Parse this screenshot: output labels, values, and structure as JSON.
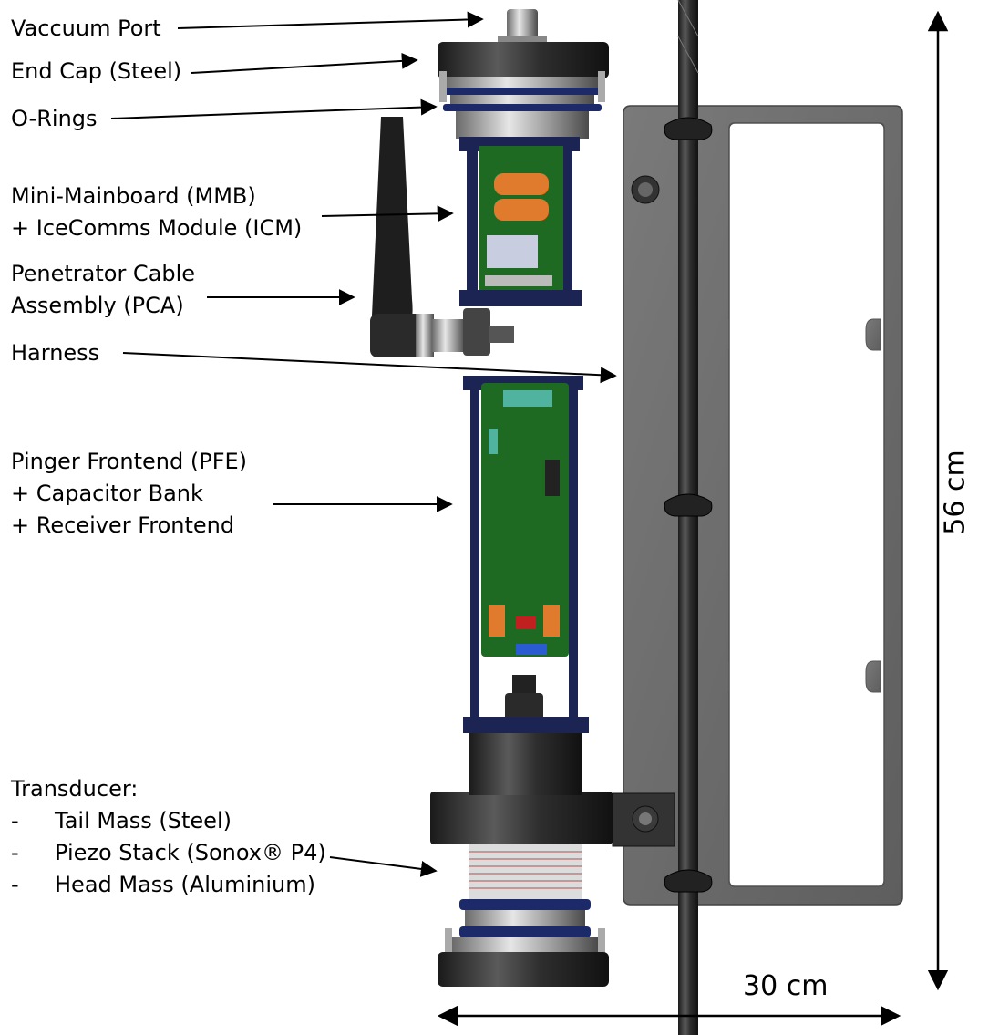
{
  "labels": {
    "vacuum_port": "Vaccuum Port",
    "end_cap": "End Cap (Steel)",
    "o_rings": "O-Rings",
    "mmb": [
      "Mini-Mainboard (MMB)",
      "+ IceComms Module (ICM)"
    ],
    "pca": [
      "Penetrator Cable",
      "Assembly (PCA)"
    ],
    "harness": "Harness",
    "pfe": [
      "Pinger Frontend (PFE)",
      "+ Capacitor Bank",
      "+ Receiver Frontend"
    ],
    "transducer": {
      "title": "Transducer:",
      "bullet": "-",
      "items": [
        "Tail Mass (Steel)",
        "Piezo Stack (Sonox® P4)",
        "Head Mass (Aluminium)"
      ]
    }
  },
  "dimensions": {
    "height": "56 cm",
    "width": "30 cm"
  },
  "colors": {
    "steel_dark": "#2a2a2a",
    "steel_mid": "#5a5a5a",
    "plate_grey": "#6b6b6b",
    "pcb_green": "#1f6a22",
    "frame_navy": "#1c2454",
    "capacitor_orange": "#e07a2c",
    "o_ring_blue": "#1c2a6a"
  }
}
